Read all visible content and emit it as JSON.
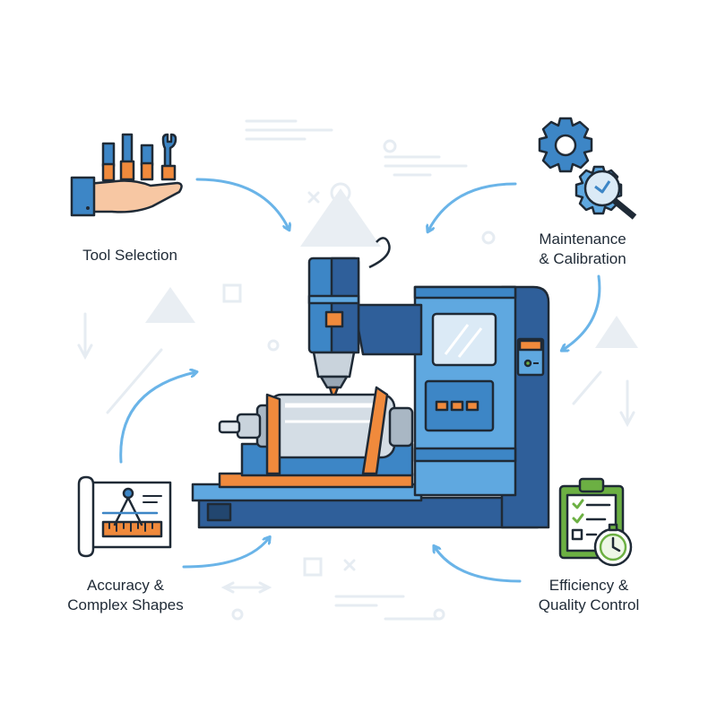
{
  "nodes": {
    "tool_selection": {
      "lines": [
        "Tool Selection"
      ]
    },
    "maintenance": {
      "lines": [
        "Maintenance",
        "& Calibration"
      ]
    },
    "accuracy": {
      "lines": [
        "Accuracy &",
        "Complex Shapes"
      ]
    },
    "efficiency": {
      "lines": [
        "Efficiency &",
        "Quality Control"
      ]
    }
  },
  "colors": {
    "blue_dark": "#2f5f9a",
    "blue_mid": "#3d86c6",
    "blue_light": "#5fa8e0",
    "orange": "#f08a3c",
    "green": "#6cb043",
    "outline": "#1f2a36",
    "arrow": "#6ab4e8",
    "faint": "#e3e9ef"
  },
  "icons": {
    "tool_selection": "hand-holding-tools-icon",
    "maintenance": "gears-magnifier-icon",
    "accuracy": "blueprint-compass-icon",
    "efficiency": "clipboard-stopwatch-icon",
    "center": "cnc-machine-icon"
  }
}
